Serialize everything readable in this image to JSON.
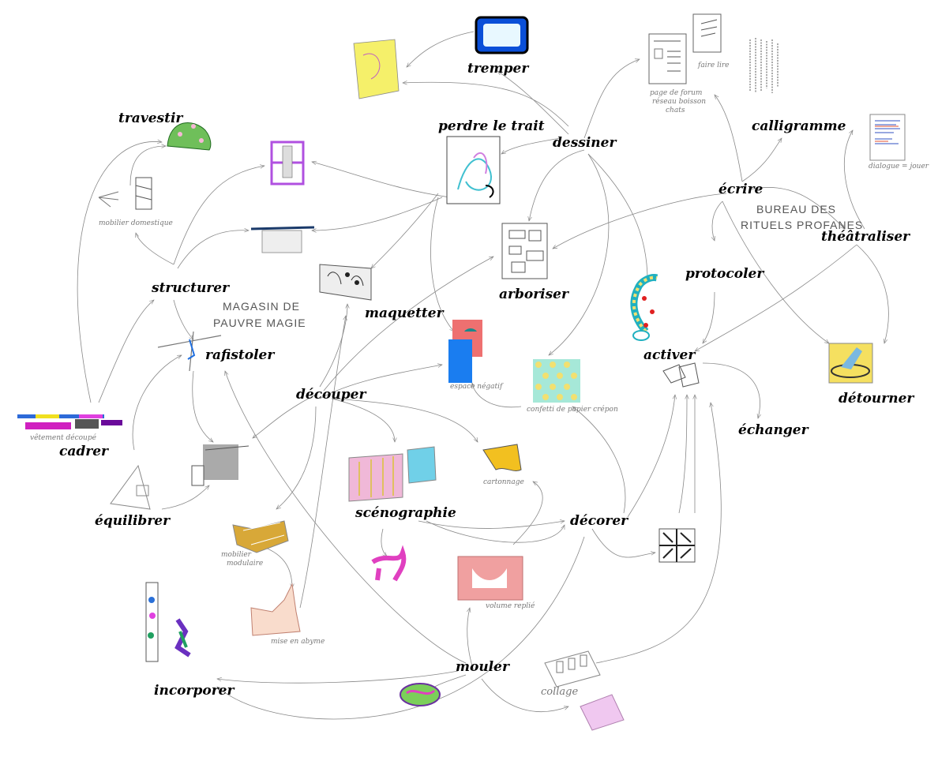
{
  "verbs": {
    "travestir": "travestir",
    "tremper": "tremper",
    "perdre_le_trait": "perdre le trait",
    "dessiner": "dessiner",
    "calligramme": "calligramme",
    "ecrire": "écrire",
    "theatraliser": "théâtraliser",
    "protocoler": "protocoler",
    "arboriser": "arboriser",
    "structurer": "structurer",
    "maquetter": "maquetter",
    "rafistoler": "rafistoler",
    "activer": "activer",
    "echanger": "échanger",
    "detourner": "détourner",
    "decouper": "découper",
    "cadrer": "cadrer",
    "equilibrer": "équilibrer",
    "scenographie": "scénographie",
    "decorer": "décorer",
    "incorporer": "incorporer",
    "mouler": "mouler"
  },
  "places": {
    "magasin_1": "MAGASIN DE",
    "magasin_2": "PAUVRE MAGIE",
    "bureau_1": "BUREAU DES",
    "bureau_2": "RITUELS PROFANES"
  },
  "captions": {
    "mobilier_domestique": "mobilier domestique",
    "page_forum_1": "page de forum",
    "page_forum_2": "réseau boisson",
    "page_forum_3": "chats",
    "faire_lire": "faire lire",
    "dialogue": "dialogue = jouer",
    "espace_negatif": "espace négatif",
    "confetti": "confetti de papier crépon",
    "vetement": "vêtement découpé",
    "mobilier_modulaire_1": "mobilier",
    "mobilier_modulaire_2": "modulaire",
    "cartonner": "cartonnage",
    "mise_en_abyme": "mise en abyme",
    "volume": "volume replié",
    "collage": "collage"
  }
}
